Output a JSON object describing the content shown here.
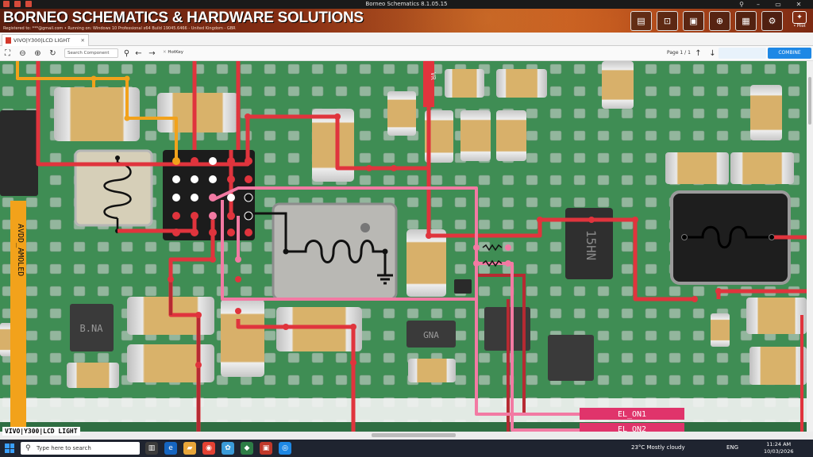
{
  "window": {
    "title": "Borneo Schematics 8.1.05.15"
  },
  "banner": {
    "brand": "BORNEO SCHEMATICS & HARDWARE SOLUTIONS",
    "registration": "Registered to: ***@gmail.com • Running on: Windows 10 Professional x64 Build 19045.6466 - United Kingdom - GBR",
    "logo_caption": "• Pilot"
  },
  "tab": {
    "label": "VIVO|Y300|LCD LIGHT",
    "close": "✕"
  },
  "toolbar": {
    "search_placeholder": "Search Component",
    "hotkey_label": "HotKey",
    "page_info": "Page 1 / 1",
    "combine_label": "COMBINE"
  },
  "board": {
    "net_labels": {
      "avdd": "AVDD_AMOLED",
      "el_on1": "EL_ON1",
      "el_on2": "EL_ON2"
    },
    "chip_markings": {
      "inductor": "15HN",
      "bna": "B.NA",
      "gna": "GNA"
    }
  },
  "document_name": "VIVO|Y300|LCD LIGHT",
  "taskbar": {
    "search_placeholder": "Type here to search",
    "weather": "23°C  Mostly cloudy",
    "language": "ENG",
    "time": "11:24 AM",
    "date": "10/03/2026"
  },
  "colors": {
    "trace_red": "#e0343d",
    "trace_pink": "#f27aa3",
    "trace_orange": "#f2a21b",
    "pcb_green": "#3f8d54",
    "accent_blue": "#1e88e5"
  }
}
